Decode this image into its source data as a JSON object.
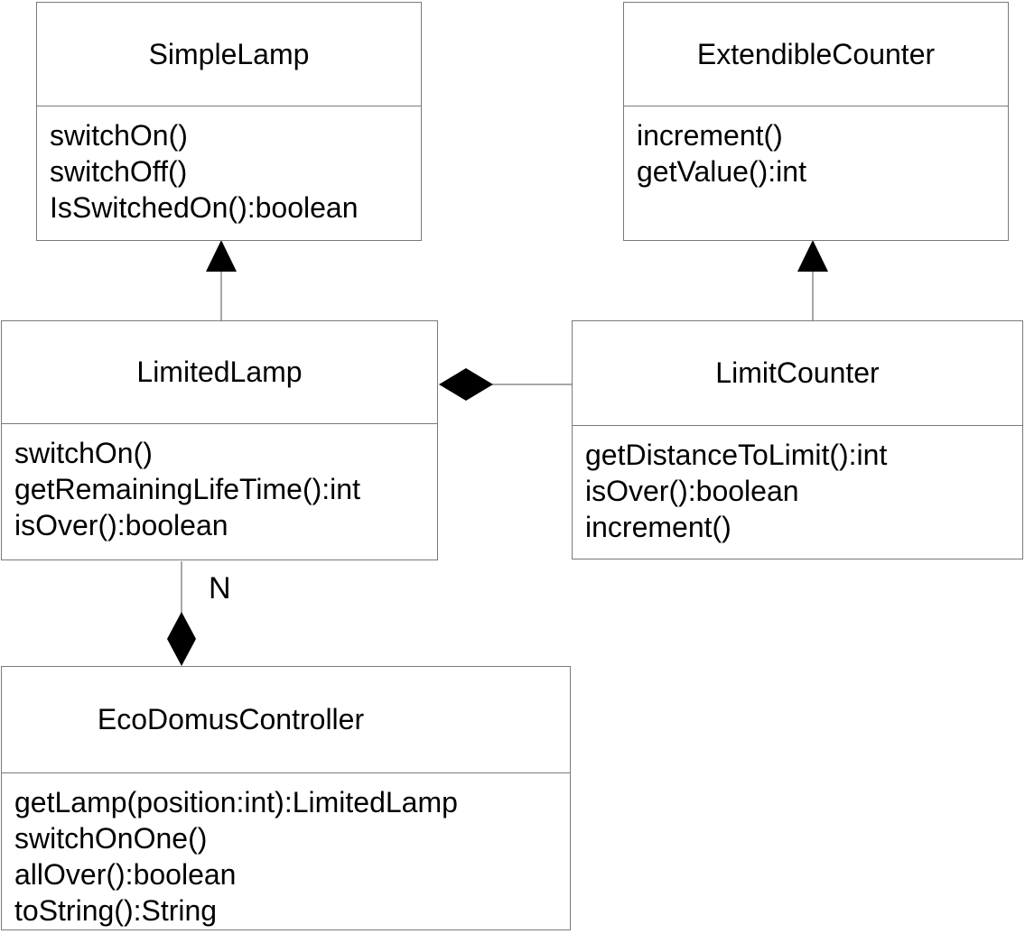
{
  "diagram": {
    "type": "uml-class-diagram",
    "classes": [
      {
        "name": "SimpleLamp",
        "methods": [
          "switchOn()",
          "switchOff()",
          "IsSwitchedOn():boolean"
        ]
      },
      {
        "name": "ExtendibleCounter",
        "methods": [
          "increment()",
          "getValue():int"
        ]
      },
      {
        "name": "LimitedLamp",
        "methods": [
          "switchOn()",
          "getRemainingLifeTime():int",
          "isOver():boolean"
        ]
      },
      {
        "name": "LimitCounter",
        "methods": [
          "getDistanceToLimit():int",
          "isOver():boolean",
          "increment()"
        ]
      },
      {
        "name": "EcoDomusController",
        "methods": [
          "getLamp(position:int):LimitedLamp",
          "switchOnOne()",
          "allOver():boolean",
          "toString():String"
        ]
      }
    ],
    "relationships": [
      {
        "type": "generalization",
        "from": "LimitedLamp",
        "to": "SimpleLamp"
      },
      {
        "type": "generalization",
        "from": "LimitCounter",
        "to": "ExtendibleCounter"
      },
      {
        "type": "composition",
        "owner": "LimitedLamp",
        "part": "LimitCounter"
      },
      {
        "type": "composition",
        "owner": "EcoDomusController",
        "part": "LimitedLamp",
        "multiplicity": "N"
      }
    ],
    "colors": {
      "background": "#ffffff",
      "box_border": "#7a7a7a",
      "connector_line": "#8a8a8a",
      "marker_fill": "#000000",
      "text": "#000000"
    }
  }
}
